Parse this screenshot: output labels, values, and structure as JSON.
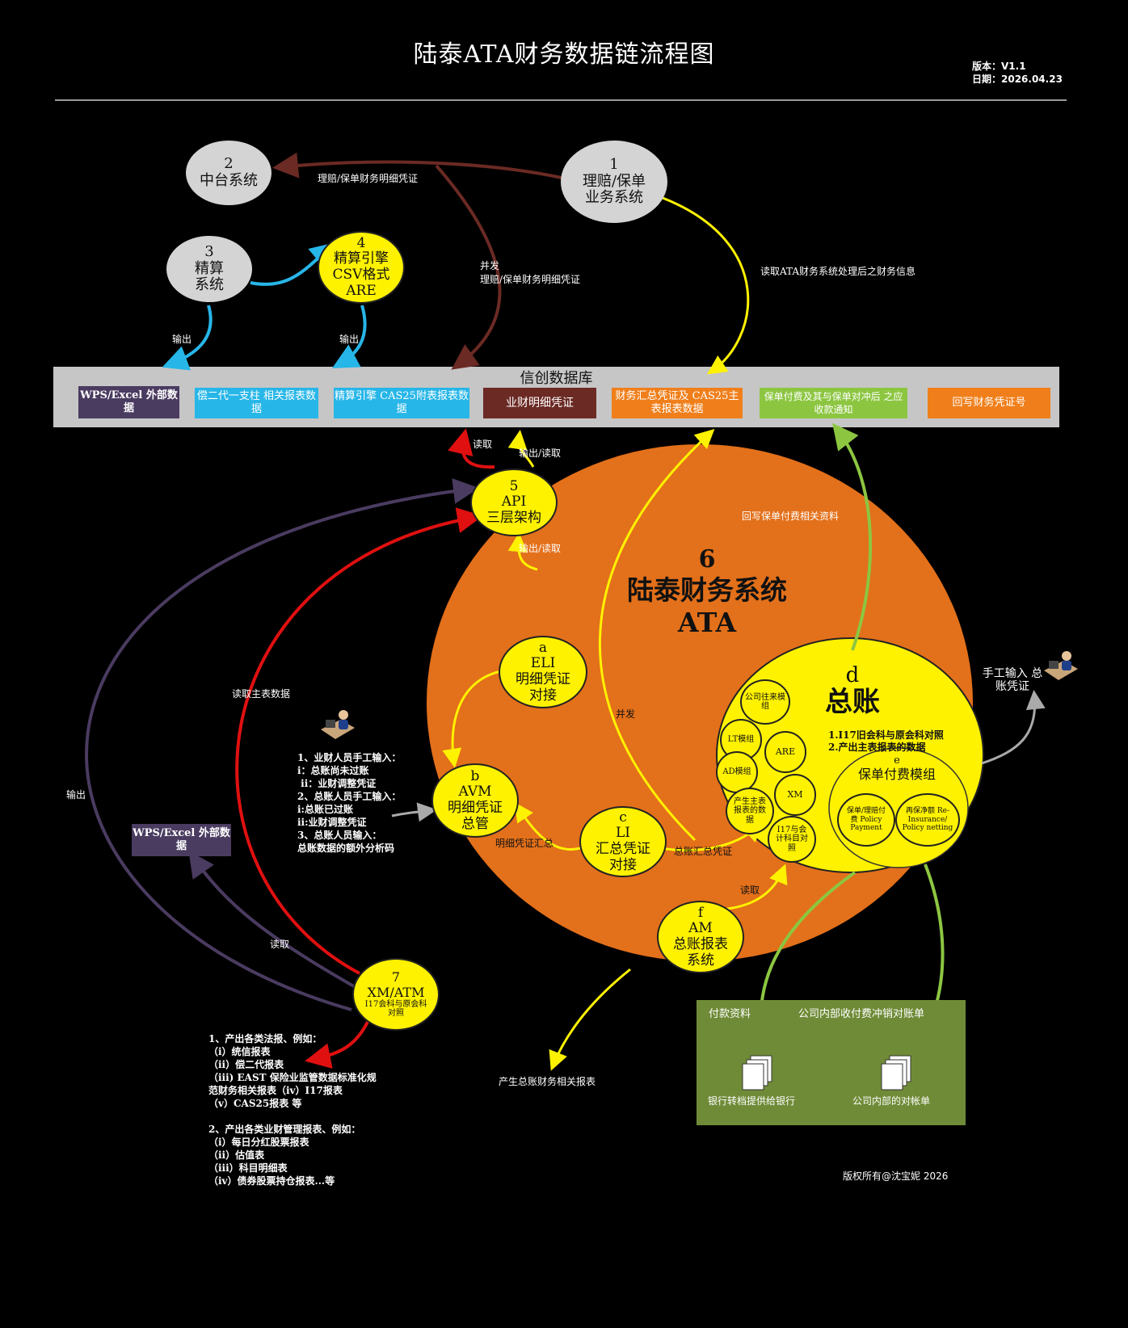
{
  "header": {
    "title": "陆泰ATA财务数据链流程图",
    "version": "版本：V1.1",
    "date": "日期：2026.04.23"
  },
  "colors": {
    "background": "#000000",
    "gray_node": "#d4d4d4",
    "yellow_node": "#fff200",
    "orange_ellipse": "#e3701a",
    "database_bar": "#c6c6c6",
    "purple_box": "#4a3b60",
    "cyan_box": "#27b6e8",
    "brown_box": "#6b2a24",
    "orange_box": "#f07f1b",
    "green_box": "#8cc641",
    "green_panel": "#6f8b37"
  },
  "nodes": {
    "n1": {
      "num": "1",
      "line1": "理赔/保单",
      "line2": "业务系统"
    },
    "n2": {
      "num": "2",
      "line1": "中台系统"
    },
    "n3": {
      "num": "3",
      "line1": "精算",
      "line2": "系统"
    },
    "n4": {
      "num": "4",
      "line1": "精算引擎",
      "line2": "CSV格式",
      "line3": "ARE"
    },
    "n5": {
      "num": "5",
      "line1": "API",
      "line2": "三层架构"
    },
    "n6": {
      "num": "6",
      "line1": "陆泰财务系统",
      "line2": "ATA"
    },
    "n7": {
      "num": "7",
      "line1": "XM/ATM",
      "line2": "I17会科与原会科",
      "line3": "对照"
    },
    "na": {
      "num": "a",
      "line1": "ELI",
      "line2": "明细凭证",
      "line3": "对接"
    },
    "nb": {
      "num": "b",
      "line1": "AVM",
      "line2": "明细凭证",
      "line3": "总管"
    },
    "nc": {
      "num": "c",
      "line1": "LI",
      "line2": "汇总凭证",
      "line3": "对接"
    },
    "nd": {
      "num": "d",
      "line1": "总账",
      "item1": "1.I17旧会科与原会科对照",
      "item2": "2.产出主表报表的数据"
    },
    "ne": {
      "num": "e",
      "line1": "保单付费模组",
      "sub1": "保单/理赔付费 Policy Payment",
      "sub2": "再保净额 Re-Insurance/ Policy netting"
    },
    "nf": {
      "num": "f",
      "line1": "AM",
      "line2": "总账报表",
      "line3": "系统"
    },
    "mods": [
      "公司往来模组",
      "LT模组",
      "ARE",
      "AD模组",
      "XM",
      "产生主表报表的数据",
      "I17与会计科目对照"
    ]
  },
  "database": {
    "title": "信创数据库",
    "boxes": [
      {
        "text": "WPS/Excel 外部数据"
      },
      {
        "text": "偿二代一支柱 相关报表数据"
      },
      {
        "text": "精算引擎 CAS25附表报表数据"
      },
      {
        "text": "业财明细凭证"
      },
      {
        "text": "财务汇总凭证及 CAS25主表报表数据"
      },
      {
        "text": "保单付费及其与保单对冲后 之应收款通知"
      },
      {
        "text": "回写财务凭证号"
      }
    ]
  },
  "external": {
    "wps": "WPS/Excel 外部数据",
    "manual": "手工输入 总账凭证"
  },
  "edges": {
    "e1": "理赔/保单财务明细凭证",
    "e2a": "并发",
    "e2b": "理赔/保单财务明细凭证",
    "e3": "读取ATA财务系统处理后之财务信息",
    "e4": "输出",
    "e5": "输出",
    "e6": "读取",
    "e7": "输出/读取",
    "e8": "输出/读取",
    "e9": "回写保单付费相关资料",
    "e10": "读取主表数据",
    "e11": "输出",
    "e12": "并发",
    "e13": "明细凭证汇总",
    "e14": "总账汇总凭证",
    "e15": "读取",
    "e16": "读取",
    "e17": "产生总账财务相关报表"
  },
  "notes_manual": "1、业财人员手工输入：\ni：总账尚未过账\n ii：业财调整凭证\n2、总账人员手工输入：\ni:总账已过账\nii:业财调整凭证\n3、总账人员输入：\n总账数据的额外分析码",
  "notes_reports": "1、产出各类法报、例如：\n（i）统信报表\n（ii）偿二代报表\n（iii) EAST 保险业监管数据标准化规\n范财务相关报表（iv）I17报表\n（v）CAS25报表 等\n\n2、产出各类业财管理报表、例如：\n（i）每日分红股票报表\n（ii）估值表\n（iii）科目明细表\n（iv）债券股票持仓报表...等",
  "payment_panel": {
    "h1": "付款资料",
    "h2": "公司内部收付费冲销对账单",
    "f1": "银行转档提供给银行",
    "f2": "公司内部的对帐单"
  },
  "footer": "版权所有@沈宝妮 2026"
}
